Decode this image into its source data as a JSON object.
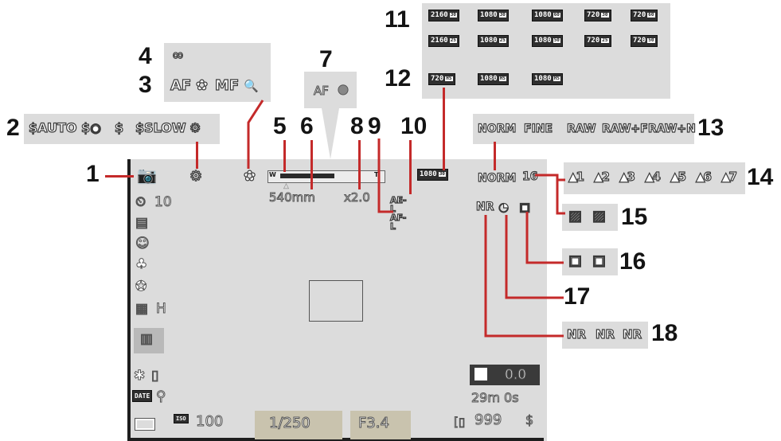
{
  "callouts": [
    "1",
    "2",
    "3",
    "4",
    "5",
    "6",
    "7",
    "8",
    "9",
    "10",
    "11",
    "12",
    "13",
    "14",
    "15",
    "16",
    "17",
    "18"
  ],
  "row2_icons": [
    "$AUTO",
    "$◉",
    "$",
    "$SLOW",
    "⚙"
  ],
  "row3_icons": [
    "AF",
    "✿",
    "MF",
    "🔍"
  ],
  "row4_icon": "∞",
  "af_indicator": {
    "label": "AF",
    "dot": "●"
  },
  "video_modes_11": [
    [
      {
        "main": "2160",
        "sub": "30"
      },
      {
        "main": "1080",
        "sub": "30"
      },
      {
        "main": "1080",
        "sub": "60"
      },
      {
        "main": "720",
        "sub": "30"
      },
      {
        "main": "720",
        "sub": "60"
      }
    ],
    [
      {
        "main": "2160",
        "sub": "25"
      },
      {
        "main": "1080",
        "sub": "25"
      },
      {
        "main": "1080",
        "sub": "50"
      },
      {
        "main": "720",
        "sub": "25"
      },
      {
        "main": "720",
        "sub": "50"
      }
    ]
  ],
  "video_modes_12": [
    {
      "main": "720",
      "sub": "HS"
    },
    {
      "main": "1080",
      "sub": "HS"
    },
    {
      "main": "1080",
      "sub": "HS"
    }
  ],
  "image_quality_13": [
    "NORM",
    "FINE",
    "RAW",
    "RAW+F",
    "RAW+N"
  ],
  "image_size_14": [
    "1",
    "2",
    "3",
    "4",
    "5",
    "6",
    "7"
  ],
  "icons_15": [
    "▨",
    "▨"
  ],
  "icons_16": [
    "▣",
    "▣"
  ],
  "nr_18": [
    "NR",
    "NR",
    "NR"
  ],
  "screen": {
    "mode_icon": "📷",
    "focal_length": "540mm",
    "zoom_ratio": "x2.0",
    "ael_afl": "AE-L AF-L",
    "movie_badge": {
      "main": "1080",
      "sub": "30"
    },
    "quality": "NORM",
    "size": "16",
    "nr_label": "NR",
    "self_timer": "10",
    "left_h_label": "H",
    "date_label": "DATE",
    "iso_value": "100",
    "iso_label": "ISO",
    "shutter": "1/250",
    "aperture": "F3.4",
    "ev_value": "0.0",
    "record_time": "29m 0s",
    "shots_remaining": "999",
    "zoom_w": "W",
    "zoom_t": "T"
  }
}
